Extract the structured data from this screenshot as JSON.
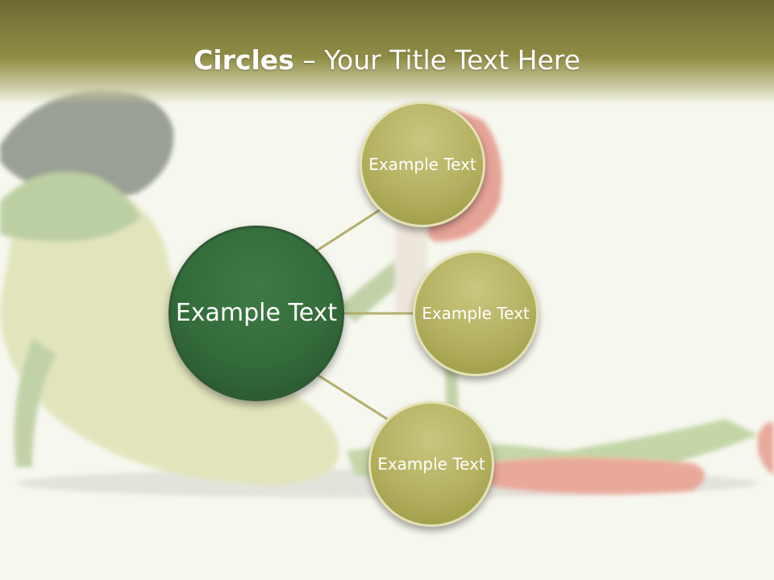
{
  "slide": {
    "title_bold": "Circles",
    "title_rest": " – Your Title Text Here"
  },
  "diagram": {
    "center": {
      "text": "Example Text"
    },
    "nodes": [
      {
        "text": "Example Text"
      },
      {
        "text": "Example Text"
      },
      {
        "text": "Example Text"
      }
    ]
  },
  "colors": {
    "header": "#8f8d45",
    "center_circle": "#336b3a",
    "node_circle": "#b3b060",
    "connector": "#b3ae6c"
  }
}
